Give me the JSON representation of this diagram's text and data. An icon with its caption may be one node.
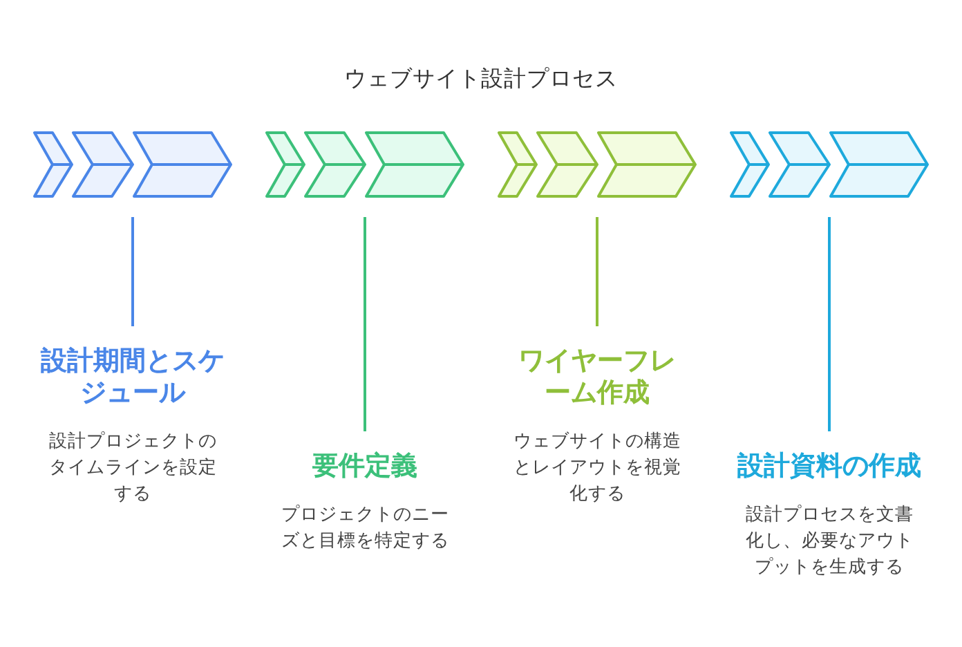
{
  "diagram": {
    "title": "ウェブサイト設計プロセス",
    "nodes": [
      {
        "text": [],
        "shape": "chevron"
      },
      {
        "text": [],
        "shape": "chevron"
      },
      {
        "text": [],
        "shape": "chevron"
      },
      {
        "text": [
          "設計期間とスケジュール",
          "設計プロジェクトのタイムラインを設定する"
        ]
      },
      {
        "text": [],
        "shape": "chevron"
      },
      {
        "text": [],
        "shape": "chevron"
      },
      {
        "text": [],
        "shape": "chevron"
      },
      {
        "text": [
          "要件定義",
          "プロジェクトのニーズと目標を特定する"
        ]
      },
      {
        "text": [],
        "shape": "chevron"
      },
      {
        "text": [],
        "shape": "chevron"
      },
      {
        "text": [],
        "shape": "chevron"
      },
      {
        "text": [
          "ワイヤーフレーム作成",
          "ウェブサイトの構造とレイアウトを視覚化する"
        ]
      },
      {
        "text": [],
        "shape": "chevron"
      },
      {
        "text": [],
        "shape": "chevron"
      },
      {
        "text": [],
        "shape": "chevron"
      },
      {
        "text": [
          "設計資料の作成",
          "設計プロセスを文書化し、必要なアウトプットを生成する"
        ]
      }
    ],
    "edges": [
      {
        "from": 2,
        "to": 3,
        "arrow": "none",
        "color": "#4a86e8"
      },
      {
        "from": 6,
        "to": 7,
        "arrow": "none",
        "color": "#3cc07a"
      },
      {
        "from": 10,
        "to": 11,
        "arrow": "none",
        "color": "#8fbf3a"
      },
      {
        "from": 14,
        "to": 15,
        "arrow": "none",
        "color": "#1ea9dc"
      }
    ]
  }
}
